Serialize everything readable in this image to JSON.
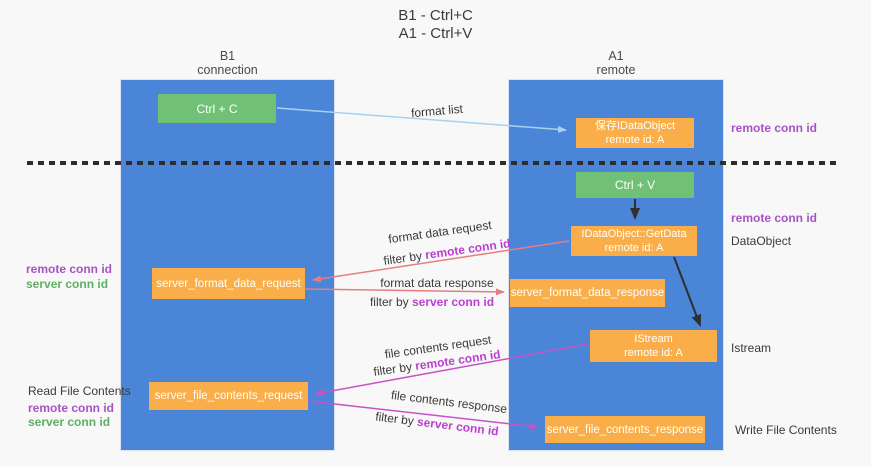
{
  "title": {
    "line1": "B1 - Ctrl+C",
    "line2": "A1 - Ctrl+V"
  },
  "columns": {
    "left": {
      "header_line1": "B1",
      "header_line2": "connection"
    },
    "right": {
      "header_line1": "A1",
      "header_line2": "remote"
    }
  },
  "nodes": {
    "ctrl_c": "Ctrl + C",
    "ctrl_v": "Ctrl + V",
    "save_idataobject": {
      "line1": "保存IDataObject",
      "line2": "remote id: A"
    },
    "getdata": {
      "line1": "IDataObject::GetData",
      "line2": "remote id: A"
    },
    "istream": {
      "line1": "IStream",
      "line2": "remote id: A"
    },
    "server_format_data_request": "server_format_data_request",
    "server_format_data_response": "server_format_data_response",
    "server_file_contents_request": "server_file_contents_request",
    "server_file_contents_response": "server_file_contents_response"
  },
  "edge_labels": {
    "format_list": "format list",
    "format_data_request": "format data request",
    "format_data_response": "format data response",
    "file_contents_request": "file contents request",
    "file_contents_response": "file contents response",
    "filter_by": "filter by ",
    "remote_conn_id": "remote conn id",
    "server_conn_id": "server conn id"
  },
  "side_labels": {
    "right_remote_conn_id_top": "remote conn id",
    "right_remote_conn_id_mid": "remote conn id",
    "dataobject": "DataObject",
    "istream": "Istream",
    "write_file_contents": "Write File Contents",
    "read_file_contents": "Read File Contents",
    "left_remote_conn_id_top": "remote conn id",
    "left_server_conn_id_top": "server conn id",
    "left_remote_conn_id_bottom": "remote conn id",
    "left_server_conn_id_bottom": "server conn id"
  },
  "colors": {
    "lane_blue": "#4a85d8",
    "node_orange": "#f9ae49",
    "node_green": "#70c175",
    "arrow_lightblue": "#a6d2f2",
    "arrow_salmon": "#e57f7f",
    "arrow_magenta": "#c653c6",
    "arrow_black": "#2f2f2f",
    "label_purple": "#a852c5",
    "label_magenta": "#bb3fd1",
    "label_green": "#5fae63"
  }
}
